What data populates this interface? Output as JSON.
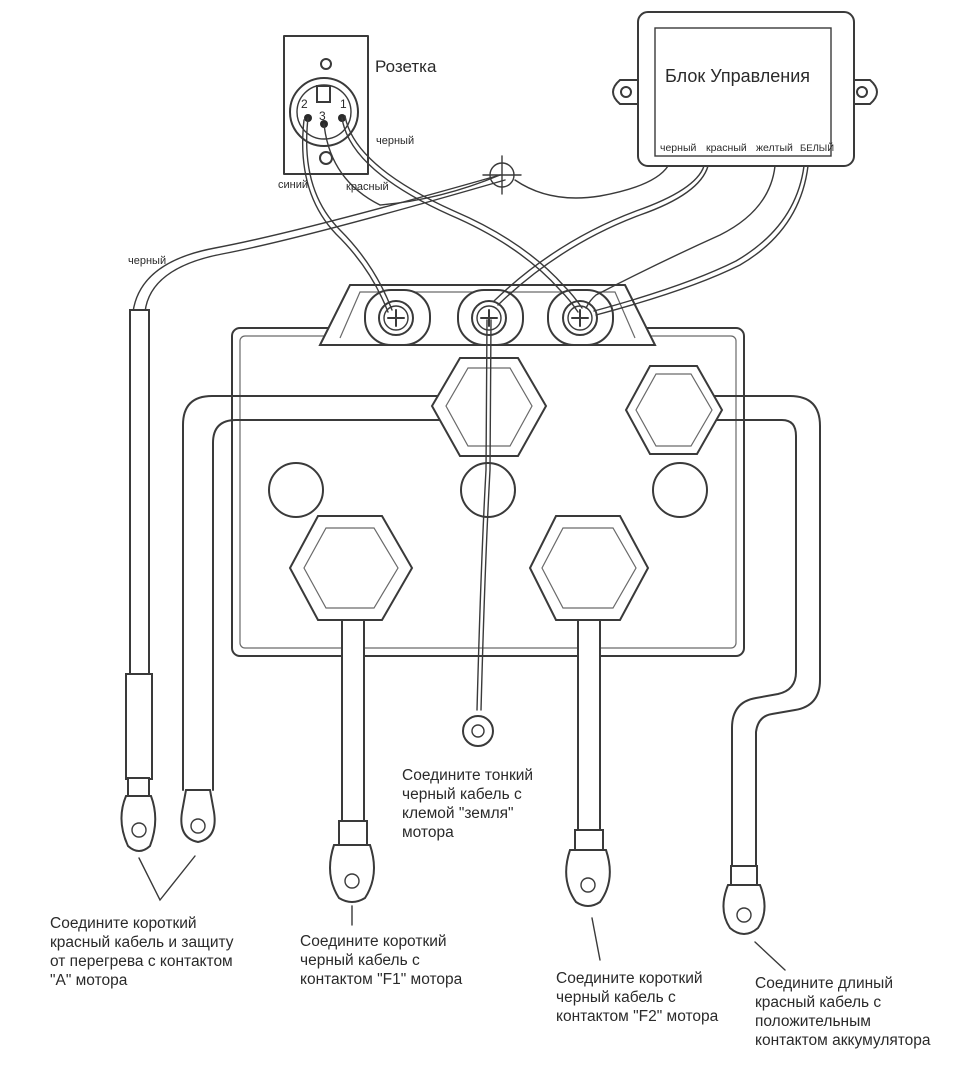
{
  "socket": {
    "title": "Розетка",
    "pins": [
      "2",
      "3",
      "1"
    ],
    "wire_black": "черный",
    "wire_blue": "синий",
    "wire_red": "красный"
  },
  "control_box": {
    "title": "Блок Управления",
    "wires": [
      "черный",
      "красный",
      "желтый",
      "БЕЛЫЙ"
    ]
  },
  "left_wire_label": "черный",
  "captions": {
    "a": "Соедините короткий\nкрасный кабель и защиту\nот перегрева с контактом\n\"A\" мотора",
    "f1": "Соедините короткий\nчерный кабель с\nконтактом \"F1\" мотора",
    "ground": "Соедините тонкий\nчерный кабель с\nклемой \"земля\"\nмотора",
    "f2": "Соедините короткий\nчерный кабель с\nконтактом \"F2\" мотора",
    "battery": "Соедините длиный\nкрасный кабель с\nположительным\nконтактом аккумулятора"
  }
}
